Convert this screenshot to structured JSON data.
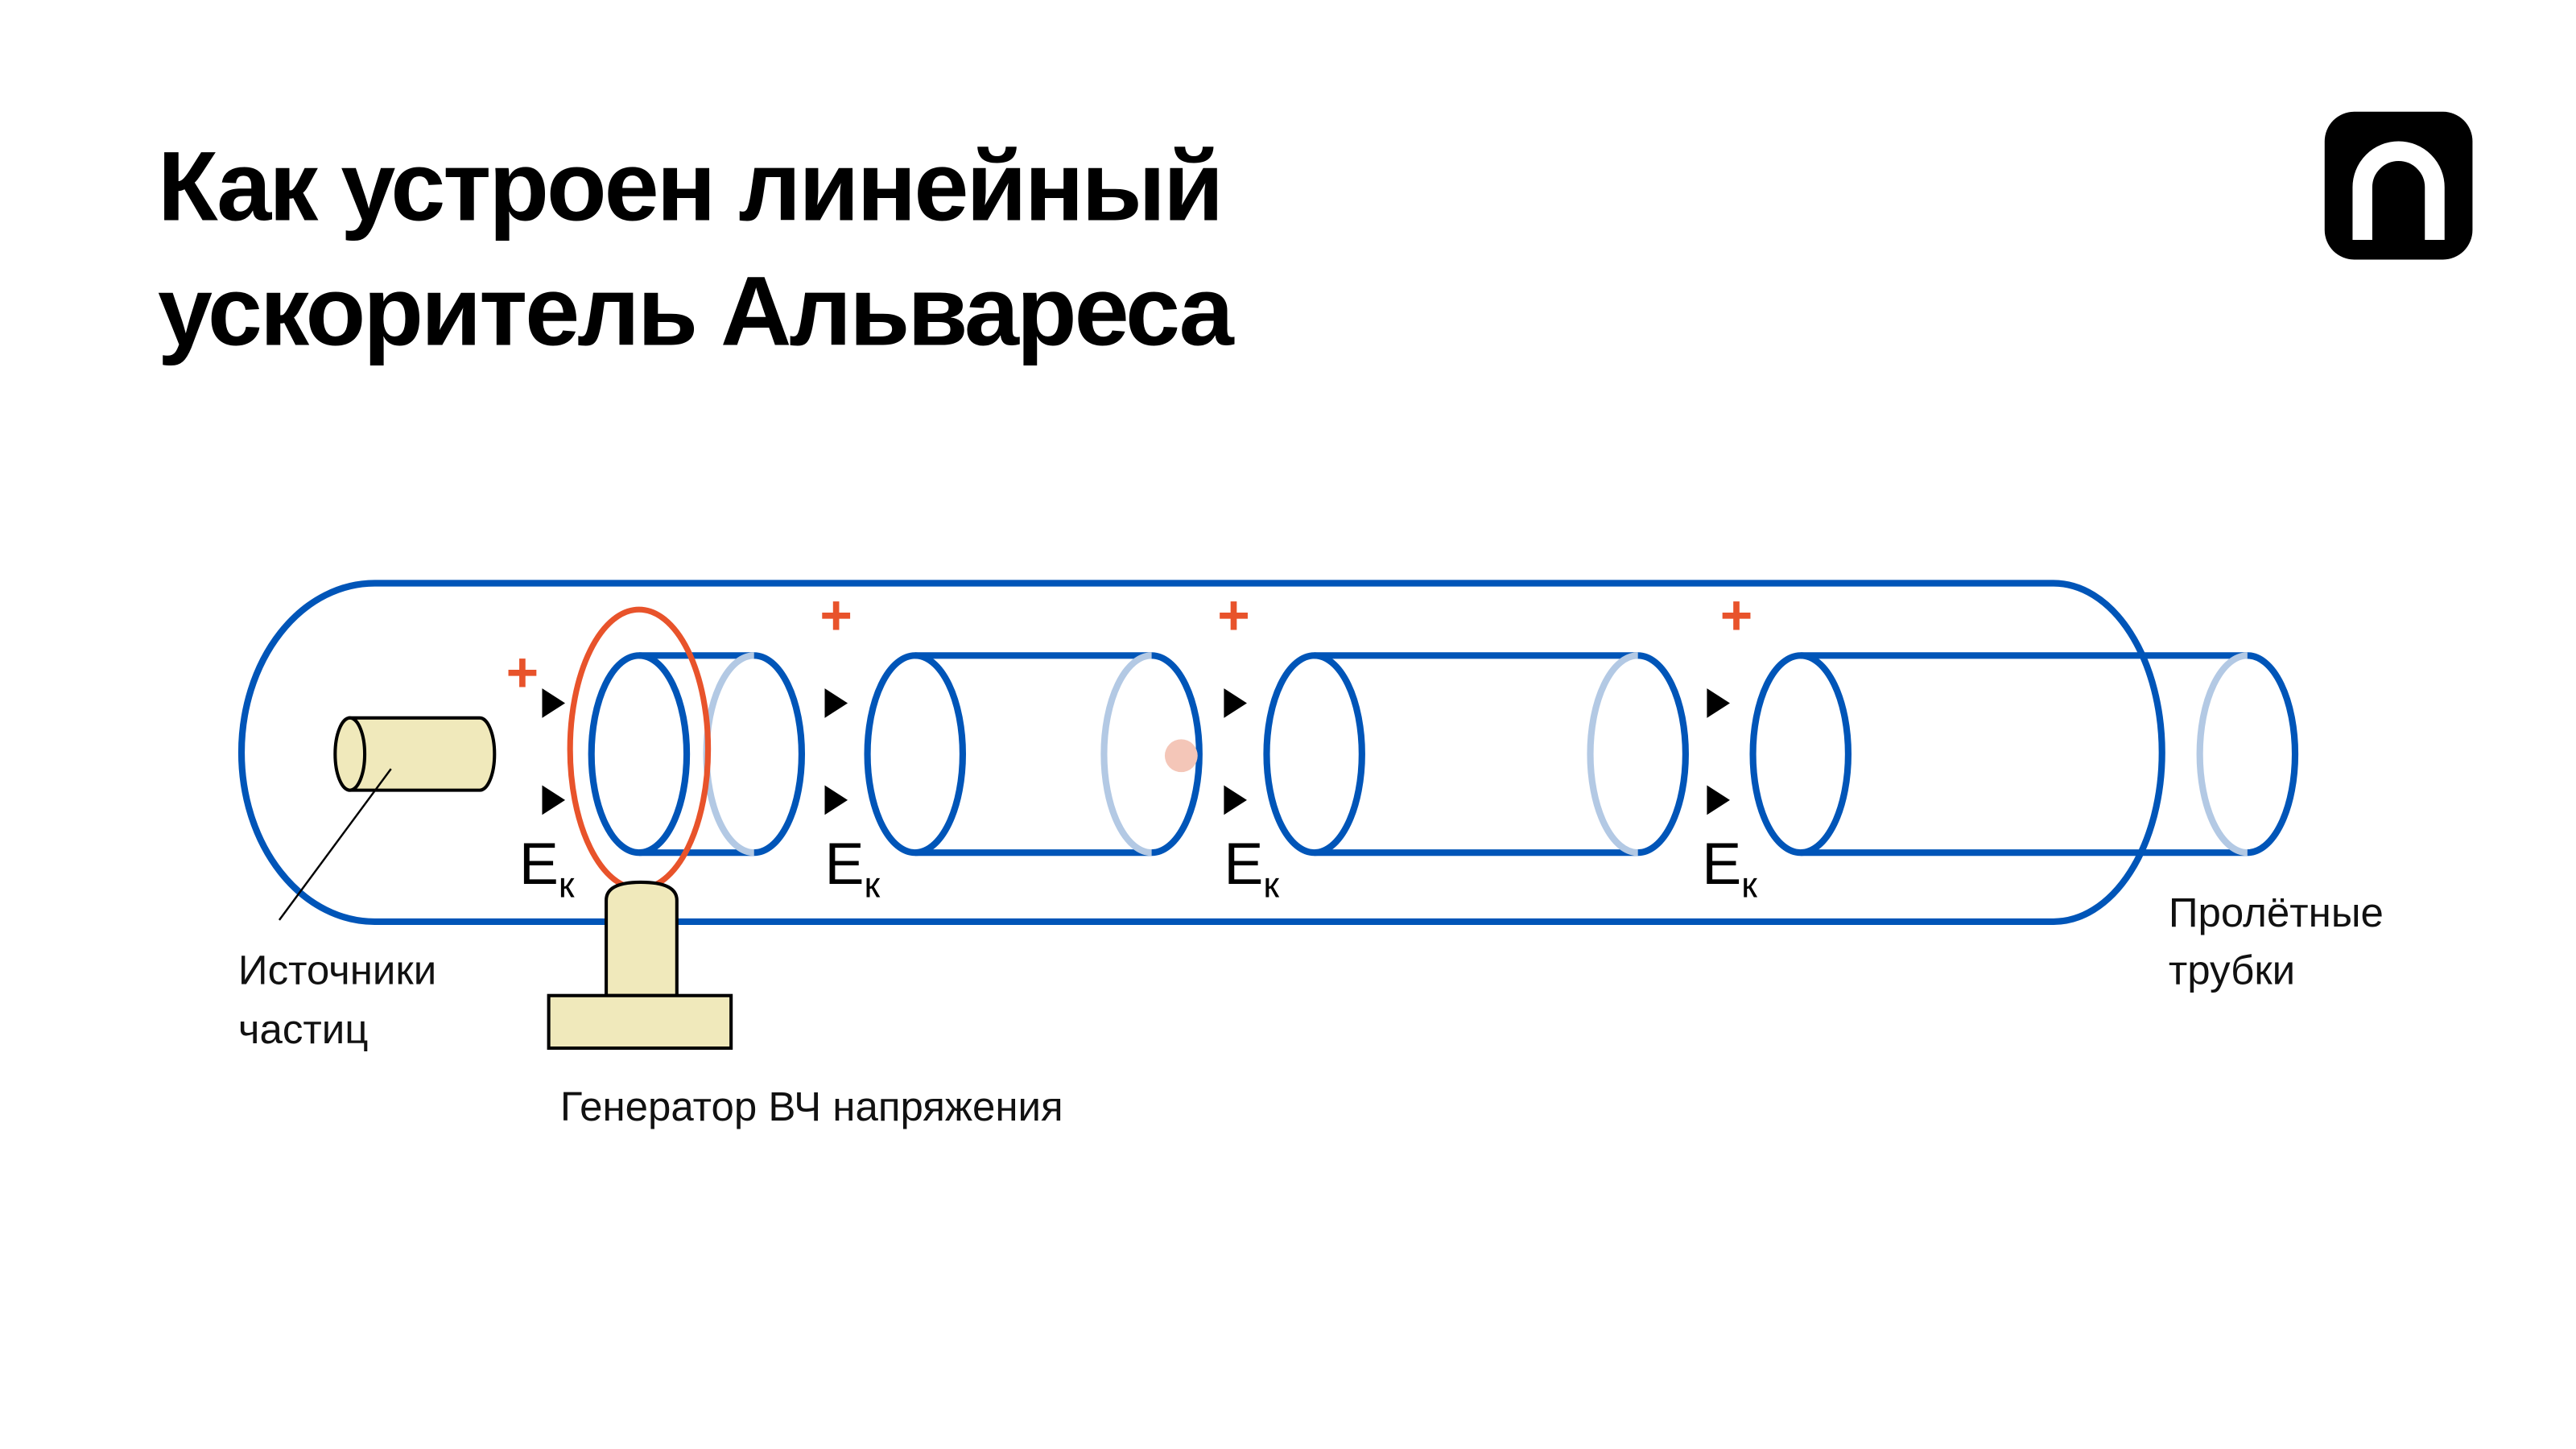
{
  "title": {
    "line1": "Как устроен линейный",
    "line2": "ускоритель Альвареса"
  },
  "logo": {
    "text": "n"
  },
  "labels": {
    "source_line1": "Источники",
    "source_line2": "частиц",
    "generator": "Генератор ВЧ напряжения",
    "tubes_line1": "Пролётные",
    "tubes_line2": "трубки"
  },
  "field_labels": [
    {
      "main": "E",
      "sub": "к"
    },
    {
      "main": "E",
      "sub": "к"
    },
    {
      "main": "E",
      "sub": "к"
    },
    {
      "main": "E",
      "sub": "к"
    }
  ],
  "plus_sign": "+",
  "colors": {
    "tube": "#0055b8",
    "tube_back": "#b3c9e4",
    "rf_loop": "#e8532b",
    "particle": "#f4c6b8",
    "device": "#f0e9bb"
  }
}
